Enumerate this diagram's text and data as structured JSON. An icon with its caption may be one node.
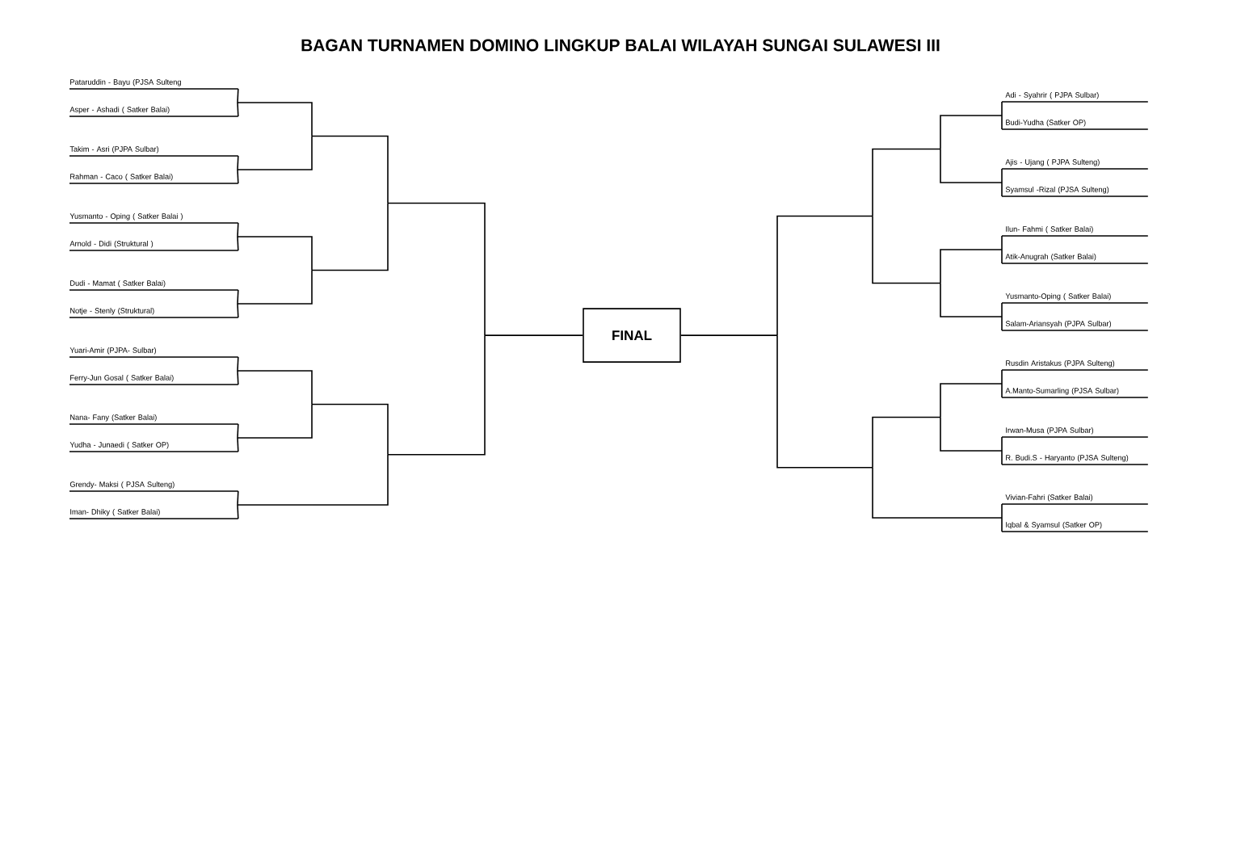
{
  "diagram": {
    "title": "BAGAN TURNAMEN DOMINO LINGKUP BALAI WILAYAH SUNGAI SULAWESI III",
    "nodes": [
      {
        "text": [
          "Pataruddin - Bayu (PJSA Sulteng"
        ]
      },
      {
        "text": [
          "Asper  - Ashadi ( Satker Balai)"
        ]
      },
      {
        "text": [
          "Takim - Asri (PJPA Sulbar)"
        ]
      },
      {
        "text": [
          "Rahman - Caco ( Satker Balai)"
        ]
      },
      {
        "text": [
          "Yusmanto - Oping ( Satker Balai )"
        ]
      },
      {
        "text": [
          "Arnold - Didi (Struktural )"
        ]
      },
      {
        "text": [
          "Dudi - Mamat ( Satker Balai)"
        ]
      },
      {
        "text": [
          "Notje - Stenly (Struktural)"
        ]
      },
      {
        "text": [
          "Yuari-Amir (PJPA- Sulbar)"
        ]
      },
      {
        "text": [
          "Ferry-Jun Gosal ( Satker Balai)"
        ]
      },
      {
        "text": [
          "Nana- Fany (Satker Balai)"
        ]
      },
      {
        "text": [
          "Yudha - Junaedi ( Satker OP)"
        ]
      },
      {
        "text": [
          "Grendy- Maksi ( PJSA Sulteng)"
        ]
      },
      {
        "text": [
          "Iman- Dhiky ( Satker Balai)"
        ]
      },
      {
        "text": [
          "FINAL"
        ]
      },
      {
        "text": [
          "Adi - Syahrir ( PJPA Sulbar)"
        ]
      },
      {
        "text": [
          "Budi-Yudha (Satker OP)"
        ]
      },
      {
        "text": [
          "Ajis - Ujang ( PJPA Sulteng)"
        ]
      },
      {
        "text": [
          "Syamsul -Rizal (PJSA Sulteng)"
        ]
      },
      {
        "text": [
          "Ilun- Fahmi ( Satker Balai)"
        ]
      },
      {
        "text": [
          "Atik-Anugrah (Satker Balai)"
        ]
      },
      {
        "text": [
          "Yusmanto-Oping ( Satker Balai)"
        ]
      },
      {
        "text": [
          "Salam-Ariansyah (PJPA Sulbar)"
        ]
      },
      {
        "text": [
          "Rusdin Aristakus (PJPA Sulteng)"
        ]
      },
      {
        "text": [
          "A.Manto-Sumarling (PJSA Sulbar)"
        ]
      },
      {
        "text": [
          "Irwan-Musa (PJPA Sulbar)"
        ]
      },
      {
        "text": [
          "R. Budi.S - Haryanto (PJSA Sulteng)"
        ]
      },
      {
        "text": [
          "Vivian-Fahri (Satker Balai)"
        ]
      },
      {
        "text": [
          "Iqbal & Syamsul (Satker OP)"
        ]
      }
    ],
    "edges": [
      {
        "from": 0,
        "to": 14,
        "arrow": "none"
      },
      {
        "from": 1,
        "to": 14,
        "arrow": "none"
      },
      {
        "from": 2,
        "to": 14,
        "arrow": "none"
      },
      {
        "from": 3,
        "to": 14,
        "arrow": "none"
      },
      {
        "from": 4,
        "to": 14,
        "arrow": "none"
      },
      {
        "from": 5,
        "to": 14,
        "arrow": "none"
      },
      {
        "from": 6,
        "to": 14,
        "arrow": "none"
      },
      {
        "from": 7,
        "to": 14,
        "arrow": "none"
      },
      {
        "from": 8,
        "to": 14,
        "arrow": "none"
      },
      {
        "from": 9,
        "to": 14,
        "arrow": "none"
      },
      {
        "from": 10,
        "to": 14,
        "arrow": "none"
      },
      {
        "from": 11,
        "to": 14,
        "arrow": "none"
      },
      {
        "from": 12,
        "to": 14,
        "arrow": "none"
      },
      {
        "from": 13,
        "to": 14,
        "arrow": "none"
      },
      {
        "from": 15,
        "to": 14,
        "arrow": "none"
      },
      {
        "from": 16,
        "to": 14,
        "arrow": "none"
      },
      {
        "from": 17,
        "to": 14,
        "arrow": "none"
      },
      {
        "from": 18,
        "to": 14,
        "arrow": "none"
      },
      {
        "from": 19,
        "to": 14,
        "arrow": "none"
      },
      {
        "from": 20,
        "to": 14,
        "arrow": "none"
      },
      {
        "from": 21,
        "to": 14,
        "arrow": "none"
      },
      {
        "from": 22,
        "to": 14,
        "arrow": "none"
      },
      {
        "from": 23,
        "to": 14,
        "arrow": "none"
      },
      {
        "from": 24,
        "to": 14,
        "arrow": "none"
      },
      {
        "from": 25,
        "to": 14,
        "arrow": "none"
      },
      {
        "from": 26,
        "to": 14,
        "arrow": "none"
      },
      {
        "from": 27,
        "to": 14,
        "arrow": "none"
      },
      {
        "from": 28,
        "to": 14,
        "arrow": "none"
      }
    ]
  }
}
